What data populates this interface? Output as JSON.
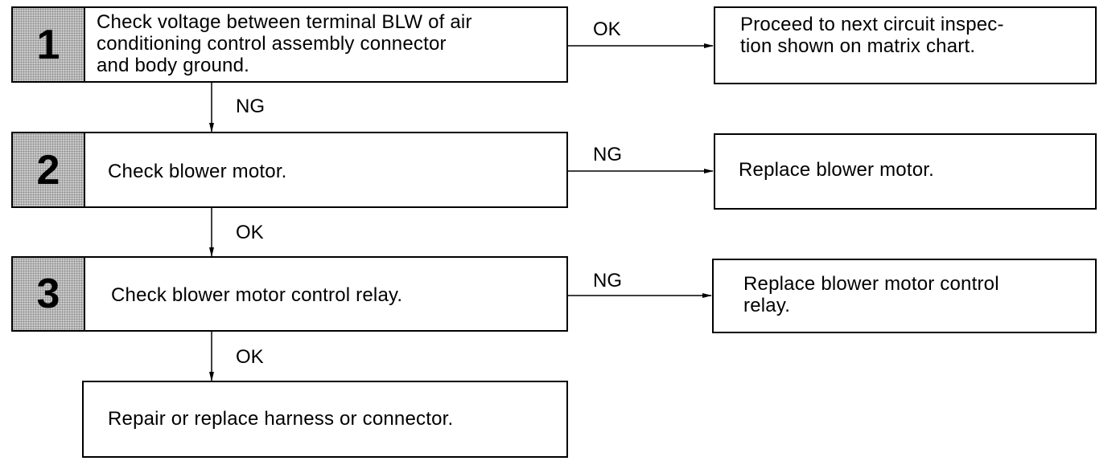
{
  "steps": [
    {
      "number": "1",
      "text": "Check voltage between terminal BLW of air\nconditioning control assembly connector\nand body ground."
    },
    {
      "number": "2",
      "text": "Check blower motor."
    },
    {
      "number": "3",
      "text": "Check blower motor control relay."
    }
  ],
  "final_box": {
    "text": "Repair or replace harness or connector."
  },
  "side_boxes": [
    {
      "text": "Proceed to next circuit inspec-\ntion shown on matrix chart."
    },
    {
      "text": "Replace blower motor."
    },
    {
      "text": "Replace blower motor control\nrelay."
    }
  ],
  "horizontal_labels": [
    "OK",
    "NG",
    "NG"
  ],
  "vertical_labels": [
    "NG",
    "OK",
    "OK"
  ]
}
